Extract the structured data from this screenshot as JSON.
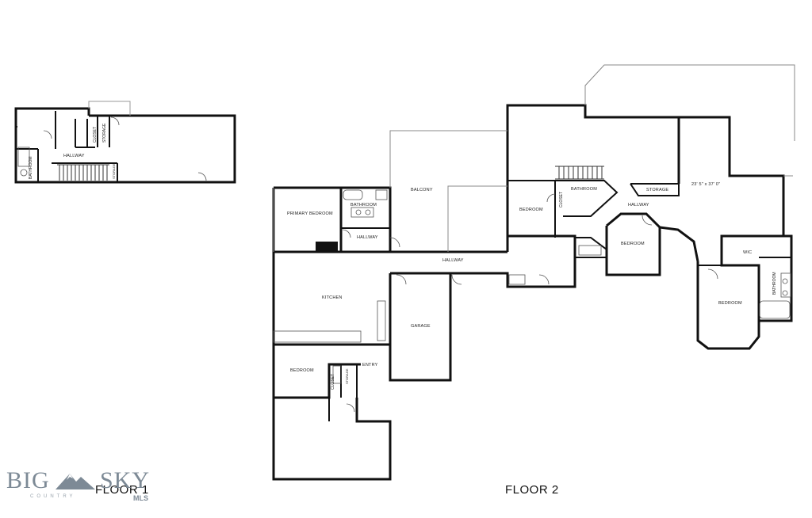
{
  "floor_labels": {
    "floor1": "FLOOR 1",
    "floor2": "FLOOR 2"
  },
  "logo": {
    "word1": "BIG",
    "word2": "SKY",
    "sub": "COUNTRY",
    "mls": "MLS",
    "icon": "mountain-icon"
  },
  "rooms_floor1": {
    "closet": "CLOSET",
    "storage1": "STORAGE",
    "hallway": "HALLWAY",
    "bathroom": "BATHROOM",
    "storage2": "STORAGE"
  },
  "rooms_floor2": {
    "primary_bedroom": "PRIMARY BEDROOM",
    "bathroom_primary": "BATHROOM",
    "hallway_primary": "HALLWAY",
    "balcony": "BALCONY",
    "hallway_main": "HALLWAY",
    "kitchen": "KITCHEN",
    "garage": "GARAGE",
    "bedroom_sw": "BEDROOM",
    "closet_sw": "CLOSET",
    "storage_sw": "STORAGE",
    "entry": "ENTRY",
    "bedroom_n": "BEDROOM",
    "closet_n": "CLOSET",
    "bathroom_n": "BATHROOM",
    "storage_n": "STORAGE",
    "hallway_e": "HALLWAY",
    "great_room_dims": "23' 5\" x 37' 0\"",
    "bedroom_center": "BEDROOM",
    "wic": "WIC",
    "bathroom_e": "BATHROOM",
    "bedroom_e": "BEDROOM"
  }
}
